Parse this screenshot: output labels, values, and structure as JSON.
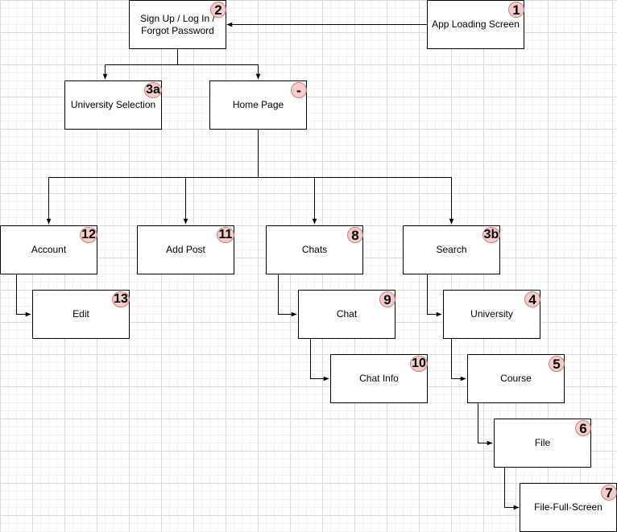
{
  "diagram": {
    "colors": {
      "box_border": "#000000",
      "box_fill": "#ffffff",
      "badge_fill": "#f4cccc",
      "grid": "#d9d9d9"
    },
    "nodes": {
      "app_loading": {
        "label": "App Loading Screen",
        "badge": "1"
      },
      "signup": {
        "label": "Sign Up / Log In / Forgot Password",
        "badge": "2"
      },
      "university_selection": {
        "label": "University Selection",
        "badge": "3a"
      },
      "home": {
        "label": "Home Page",
        "badge": "-"
      },
      "account": {
        "label": "Account",
        "badge": "12"
      },
      "add_post": {
        "label": "Add Post",
        "badge": "11"
      },
      "chats": {
        "label": "Chats",
        "badge": "8"
      },
      "search": {
        "label": "Search",
        "badge": "3b"
      },
      "edit": {
        "label": "Edit",
        "badge": "13"
      },
      "chat": {
        "label": "Chat",
        "badge": "9"
      },
      "chat_info": {
        "label": "Chat Info",
        "badge": "10"
      },
      "university": {
        "label": "University",
        "badge": "4"
      },
      "course": {
        "label": "Course",
        "badge": "5"
      },
      "file": {
        "label": "File",
        "badge": "6"
      },
      "file_full": {
        "label": "File-Full-Screen",
        "badge": "7"
      }
    },
    "edges": [
      {
        "from": "app_loading",
        "to": "signup"
      },
      {
        "from": "signup",
        "to": "university_selection"
      },
      {
        "from": "signup",
        "to": "home"
      },
      {
        "from": "home",
        "to": "account"
      },
      {
        "from": "home",
        "to": "add_post"
      },
      {
        "from": "home",
        "to": "chats"
      },
      {
        "from": "home",
        "to": "search"
      },
      {
        "from": "account",
        "to": "edit"
      },
      {
        "from": "chats",
        "to": "chat"
      },
      {
        "from": "chat",
        "to": "chat_info"
      },
      {
        "from": "search",
        "to": "university"
      },
      {
        "from": "university",
        "to": "course"
      },
      {
        "from": "course",
        "to": "file"
      },
      {
        "from": "file",
        "to": "file_full"
      }
    ]
  }
}
